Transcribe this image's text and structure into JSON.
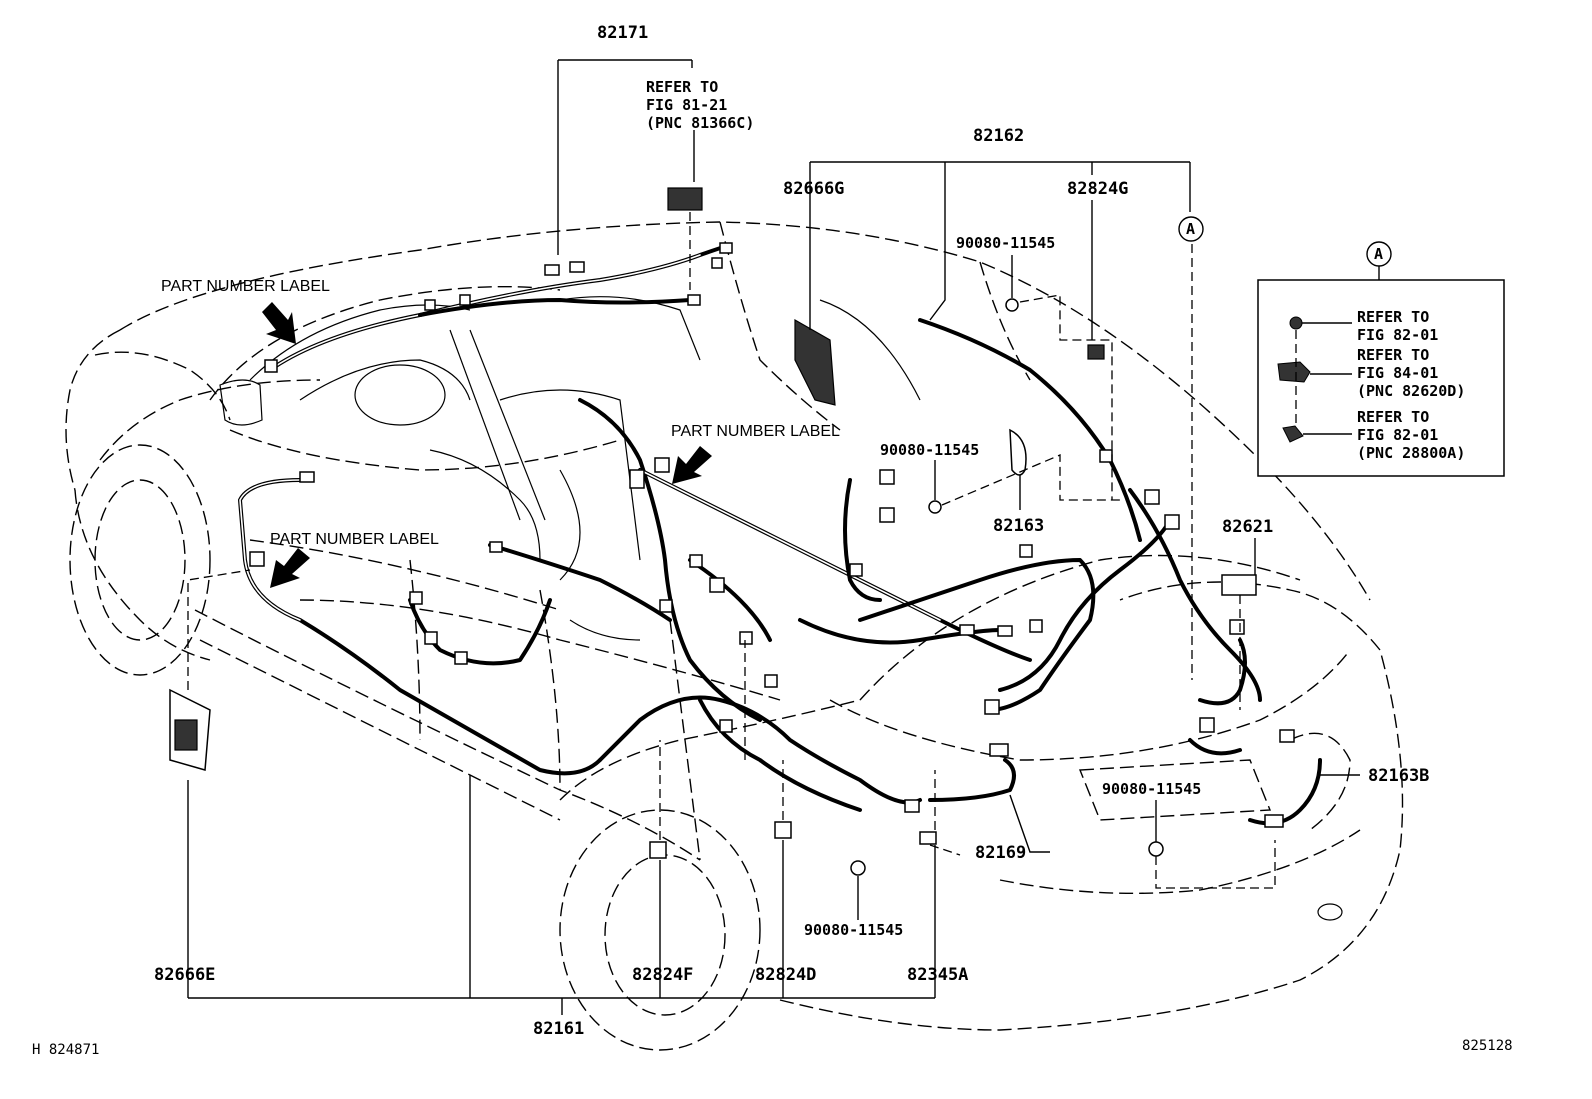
{
  "diagram": {
    "corner_left": "H  824871",
    "corner_right": "825128",
    "parts": {
      "p82171": "82171",
      "p82162": "82162",
      "p82666G": "82666G",
      "p82824G": "82824G",
      "p90080_a": "90080-11545",
      "p90080_b": "90080-11545",
      "p90080_c": "90080-11545",
      "p90080_d": "90080-11545",
      "p82163": "82163",
      "p82621": "82621",
      "p82163B": "82163B",
      "p82169": "82169",
      "p82666E": "82666E",
      "p82824F": "82824F",
      "p82824D": "82824D",
      "p82345A": "82345A",
      "p82161": "82161"
    },
    "refer_top": [
      "REFER TO",
      "FIG  81-21",
      "(PNC 81366C)"
    ],
    "part_number_labels": {
      "upper_left": "PART NUMBER LABEL",
      "center": "PART NUMBER LABEL",
      "lower_left": "PART NUMBER LABEL"
    },
    "circle_marker": "A",
    "inset": {
      "marker": "A",
      "items": [
        {
          "lines": [
            "REFER TO",
            "FIG 82-01"
          ]
        },
        {
          "lines": [
            "REFER TO",
            "FIG 84-01",
            "(PNC 82620D)"
          ]
        },
        {
          "lines": [
            "REFER TO",
            "FIG 82-01",
            "(PNC 28800A)"
          ]
        }
      ]
    }
  }
}
